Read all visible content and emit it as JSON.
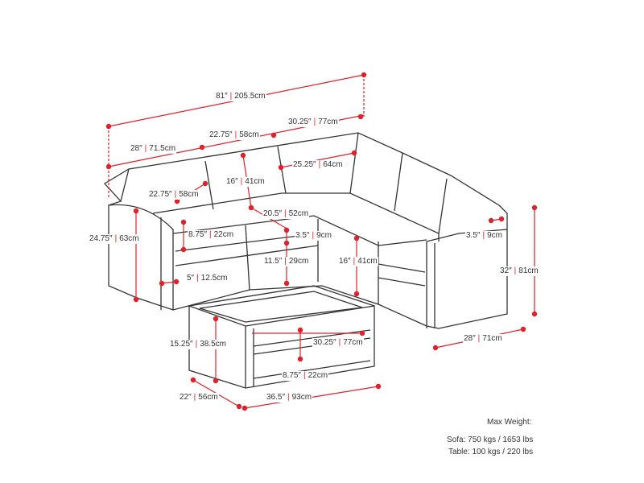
{
  "colors": {
    "dimension": "#e0202a",
    "outline": "#333333"
  },
  "dimensions": [
    {
      "id": "overall-width",
      "imperial": "81″",
      "metric": "205.5cm"
    },
    {
      "id": "corner-width",
      "imperial": "30.25″",
      "metric": "77cm"
    },
    {
      "id": "middle-seat-width",
      "imperial": "22.75″",
      "metric": "58cm"
    },
    {
      "id": "end-seat-width",
      "imperial": "28″",
      "metric": "71.5cm"
    },
    {
      "id": "corner-back-width",
      "imperial": "25.25″",
      "metric": "64cm"
    },
    {
      "id": "back-height",
      "imperial": "16″",
      "metric": "41cm"
    },
    {
      "id": "back-width",
      "imperial": "22.75″",
      "metric": "58cm"
    },
    {
      "id": "seat-depth",
      "imperial": "20.5″",
      "metric": "52cm"
    },
    {
      "id": "arm-height",
      "imperial": "24.75″",
      "metric": "63cm"
    },
    {
      "id": "arm-above-seat",
      "imperial": "8.75″",
      "metric": "22cm"
    },
    {
      "id": "cushion-thickness",
      "imperial": "3.5″",
      "metric": "9cm"
    },
    {
      "id": "seat-base-height",
      "imperial": "11.5″",
      "metric": "29cm"
    },
    {
      "id": "seat-height",
      "imperial": "16″",
      "metric": "41cm"
    },
    {
      "id": "leg-height",
      "imperial": "5″",
      "metric": "12.5cm"
    },
    {
      "id": "arm-width",
      "imperial": "3.5″",
      "metric": "9cm"
    },
    {
      "id": "total-height",
      "imperial": "32″",
      "metric": "81cm"
    },
    {
      "id": "total-depth",
      "imperial": "28″",
      "metric": "71cm"
    },
    {
      "id": "table-height",
      "imperial": "15.25″",
      "metric": "38.5cm"
    },
    {
      "id": "table-inner-width",
      "imperial": "30.25″",
      "metric": "77cm"
    },
    {
      "id": "table-shelf-height",
      "imperial": "8.75″",
      "metric": "22cm"
    },
    {
      "id": "table-depth",
      "imperial": "22″",
      "metric": "56cm"
    },
    {
      "id": "table-width",
      "imperial": "36.5″",
      "metric": "93cm"
    }
  ],
  "weight": {
    "title": "Max Weight:",
    "sofa": "Sofa: 750 kgs / 1653 lbs",
    "table": "Table: 100 kgs / 220 lbs"
  }
}
